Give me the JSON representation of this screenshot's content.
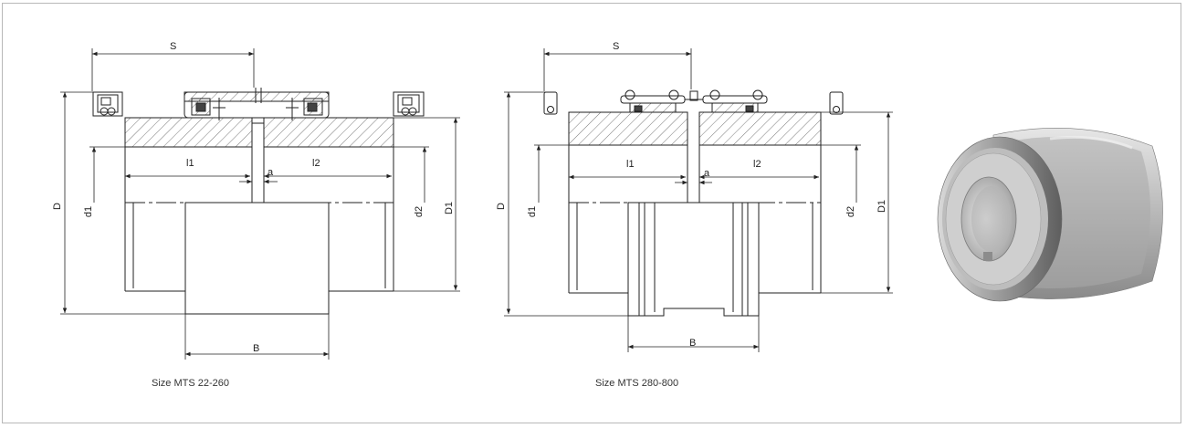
{
  "drawings": [
    {
      "caption": "Size MTS 22-260",
      "labels": {
        "S": "S",
        "D": "D",
        "d1": "d1",
        "l1": "l1",
        "a": "a",
        "l2": "l2",
        "d2": "d2",
        "D1": "D1",
        "B": "B"
      }
    },
    {
      "caption": "Size MTS 280-800",
      "labels": {
        "S": "S",
        "D": "D",
        "d1": "d1",
        "l1": "l1",
        "a": "a",
        "l2": "l2",
        "d2": "d2",
        "D1": "D1",
        "B": "B"
      }
    }
  ],
  "photo": {
    "icon": "gear-coupling-photo"
  }
}
